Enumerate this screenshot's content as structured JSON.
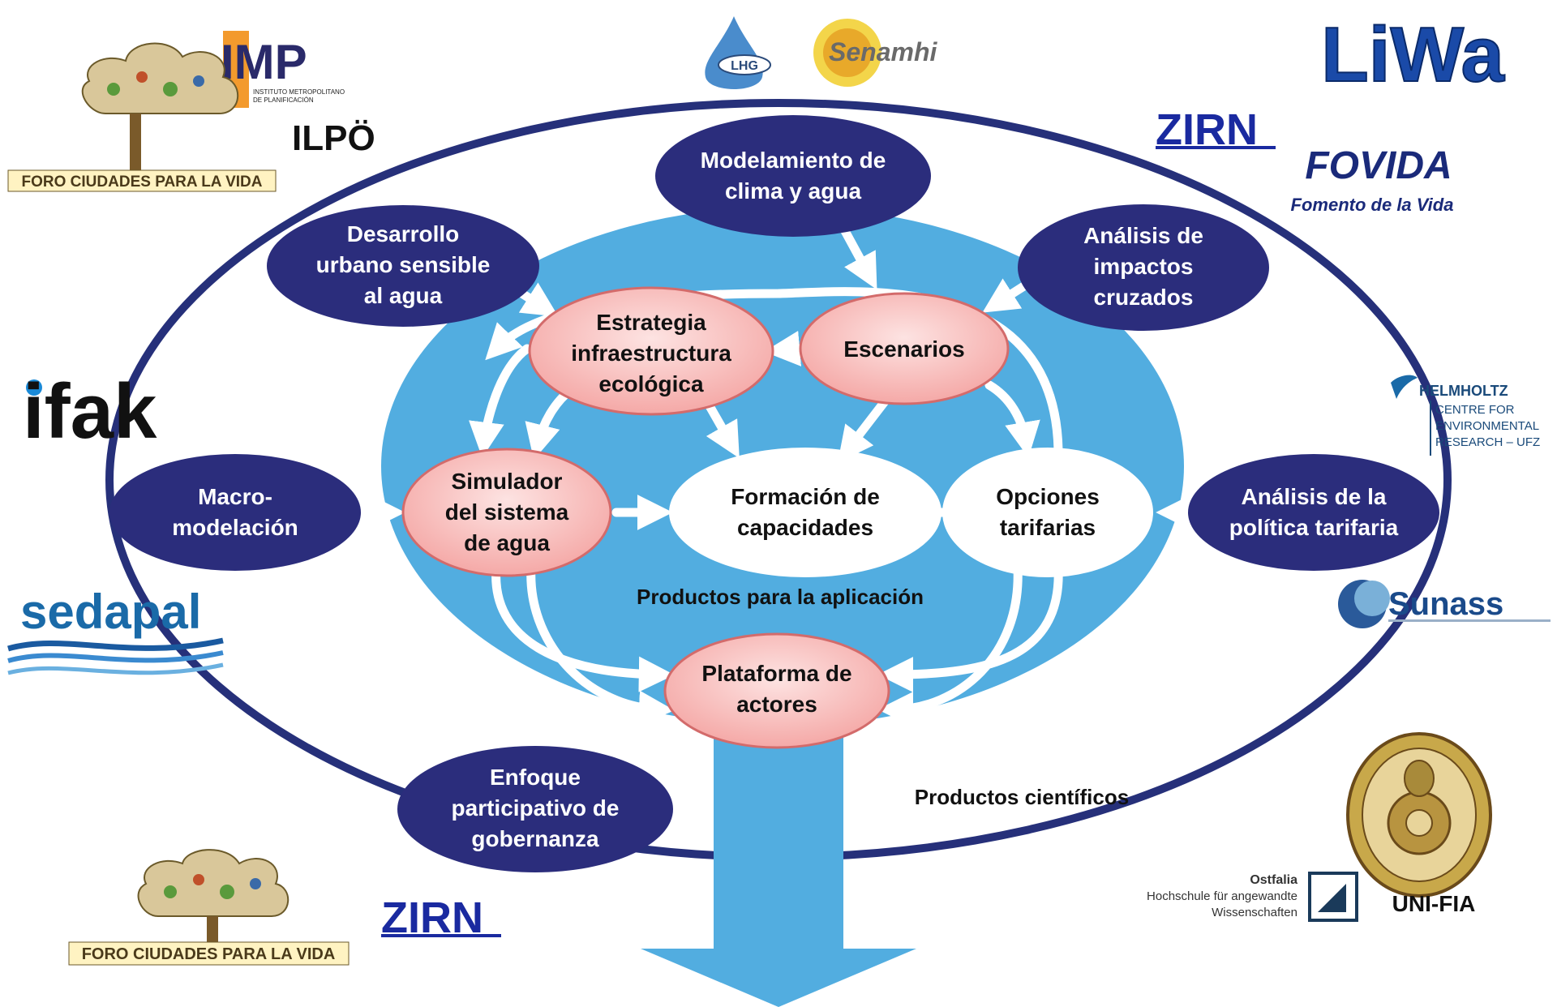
{
  "colors": {
    "outer_ring": "#26307a",
    "drop_fill": "#52ade0",
    "dark_node": "#2b2d7c",
    "pink_node": "#f7b7b5",
    "pink_node_stroke": "#d36b6b",
    "arrow": "#ffffff"
  },
  "nodes": {
    "modelamiento": [
      "Modelamiento de",
      "clima y agua"
    ],
    "desarrollo": [
      "Desarrollo",
      "urbano sensible",
      "al agua"
    ],
    "analisis_impactos": [
      "Análisis de",
      "impactos",
      "cruzados"
    ],
    "macro": [
      "Macro-",
      "modelación"
    ],
    "analisis_politica": [
      "Análisis de la",
      "política tarifaria"
    ],
    "enfoque": [
      "Enfoque",
      "participativo de",
      "gobernanza"
    ],
    "estrategia": [
      "Estrategia",
      "infraestructura",
      "ecológica"
    ],
    "escenarios": [
      "Escenarios"
    ],
    "simulador": [
      "Simulador",
      "del sistema",
      "de agua"
    ],
    "formacion": [
      "Formación de",
      "capacidades"
    ],
    "opciones": [
      "Opciones",
      "tarifarias"
    ],
    "plataforma": [
      "Plataforma de",
      "actores"
    ]
  },
  "labels": {
    "productos_aplicacion": "Productos para la aplicación",
    "productos_cientificos": "Productos científicos"
  },
  "logos": {
    "imp": {
      "name": "IMP",
      "subtitle": [
        "INSTITUTO METROPOLITANO",
        "DE PLANIFICACIÓN"
      ]
    },
    "ilpo": "ILPÖ",
    "foro_top": "FORO CIUDADES PARA LA VIDA",
    "foro_bottom": "FORO CIUDADES PARA LA VIDA",
    "lhg": "LHG",
    "senamhi": "Senamhi",
    "liwa": "LiWa",
    "zirn_top": "ZIRN",
    "zirn_bottom": "ZIRN",
    "fovida": {
      "name": "FOVIDA",
      "subtitle": "Fomento de la Vida"
    },
    "ifak": "ifak",
    "helmholtz": {
      "name": "HELMHOLTZ",
      "lines": [
        "CENTRE FOR",
        "ENVIRONMENTAL",
        "RESEARCH – UFZ"
      ]
    },
    "sedapal": "sedapal",
    "sunass": "Sunass",
    "ostfalia": {
      "name": "Ostfalia",
      "lines": [
        "Hochschule für angewandte",
        "Wissenschaften"
      ]
    },
    "uni_fia": "UNI-FIA"
  }
}
